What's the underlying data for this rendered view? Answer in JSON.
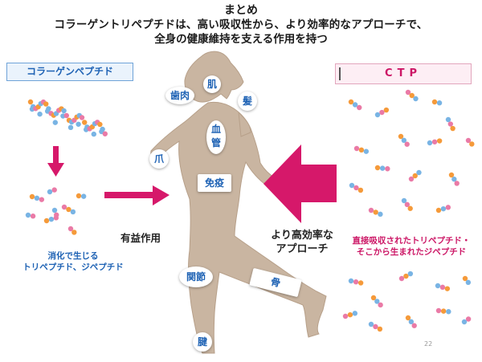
{
  "title": {
    "line1": "まとめ",
    "line2": "コラーゲントリペプチドは、高い吸収性から、より効率的なアプローチで、",
    "line3": "全身の健康維持を支える作用を持つ"
  },
  "left_label": "コラーゲンペプチド",
  "right_label": "CTP",
  "left_note": [
    "消化で生じる",
    "トリペプチド、ジペプチド"
  ],
  "mid_label": "有益作用",
  "ctp_arrow_label": [
    "より高効率な",
    "アプローチ"
  ],
  "right_note": [
    "直接吸収されたトリペプチド・",
    "そこから生まれたジペプチド"
  ],
  "body_parts": {
    "skin": "肌",
    "gums": "歯肉",
    "hair": "髪",
    "blood_vessel": "血管",
    "nails": "爪",
    "immunity": "免疫",
    "joints": "関節",
    "bone": "骨",
    "tendon": "腱"
  },
  "page_number": "22",
  "colors": {
    "magenta": "#d6186a",
    "body": "#c9b5a1",
    "label_blue": "#1e62b4",
    "peptide_orange": "#f59a3a",
    "peptide_blue": "#79b4e4",
    "peptide_pink": "#ea7aa6"
  }
}
